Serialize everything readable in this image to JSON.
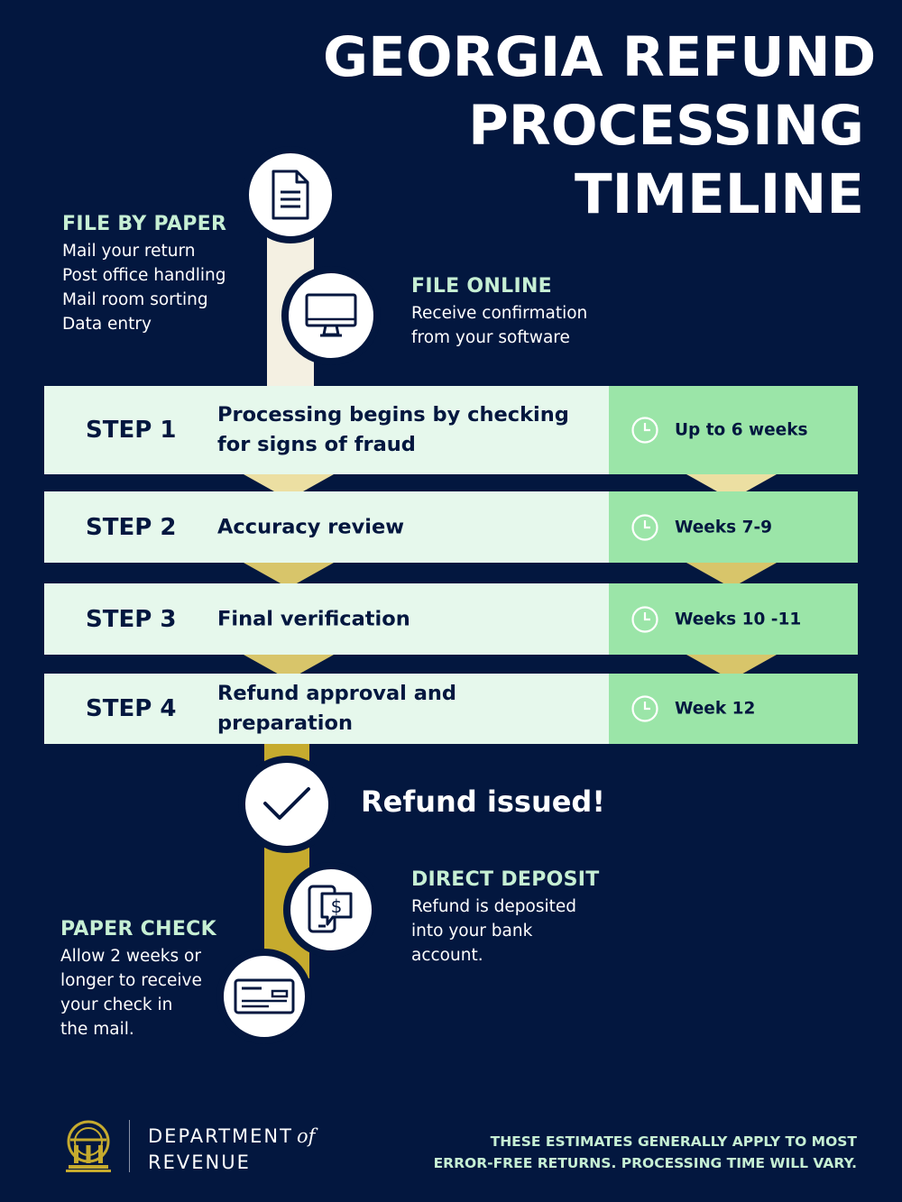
{
  "title": {
    "line1": "GEORGIA REFUND",
    "line2": "PROCESSING",
    "line3": "TIMELINE"
  },
  "file_by_paper": {
    "heading": "FILE BY PAPER",
    "lines": [
      "Mail your return",
      "Post office handling",
      "Mail room sorting",
      "Data entry"
    ],
    "icon": "document-icon"
  },
  "file_online": {
    "heading": "FILE ONLINE",
    "lines": [
      "Receive confirmation",
      "from your software"
    ],
    "icon": "computer-monitor-icon"
  },
  "steps": [
    {
      "label": "STEP 1",
      "description": "Processing begins by checking for signs of fraud",
      "time": "Up to 6 weeks"
    },
    {
      "label": "STEP 2",
      "description": "Accuracy review",
      "time": "Weeks 7-9"
    },
    {
      "label": "STEP 3",
      "description": "Final verification",
      "time": "Weeks 10 -11"
    },
    {
      "label": "STEP 4",
      "description": "Refund approval and preparation",
      "time": "Week 12"
    }
  ],
  "refund_issued": {
    "text": "Refund issued!",
    "icon": "checkmark-icon"
  },
  "direct_deposit": {
    "heading": "DIRECT DEPOSIT",
    "lines": [
      "Refund is deposited",
      "into your bank",
      "account."
    ],
    "icon": "mobile-deposit-icon"
  },
  "paper_check": {
    "heading": "PAPER CHECK",
    "lines": [
      "Allow 2 weeks or",
      "longer to receive",
      "your check in",
      "the mail."
    ],
    "icon": "check-card-icon"
  },
  "footer": {
    "dept_line1": "DEPARTMENT",
    "dept_of": "of",
    "dept_line2": "REVENUE",
    "disclaimer_line1": "THESE ESTIMATES GENERALLY APPLY TO MOST",
    "disclaimer_line2": "ERROR-FREE RETURNS. PROCESSING TIME WILL VARY.",
    "logo_icon": "georgia-seal-icon"
  },
  "colors": {
    "background": "#03173f",
    "step_light": "#e6f8ec",
    "step_green": "#9be5a8",
    "accent_gold": "#c6ab2e",
    "accent_cream": "#f4f0e2",
    "heading_mint": "#c6efd4"
  }
}
